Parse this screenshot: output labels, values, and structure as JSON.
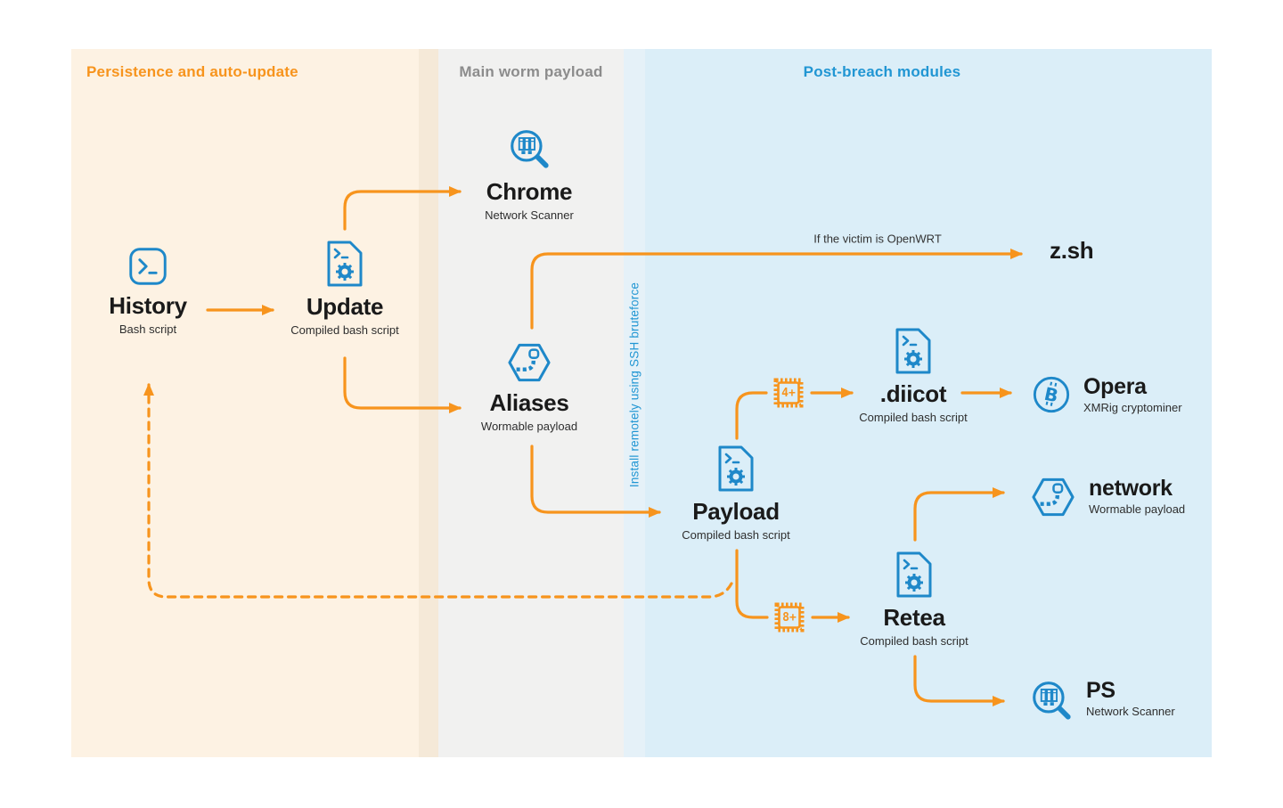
{
  "sections": {
    "persistence": {
      "title": "Persistence and auto-update",
      "color": "#F7941D"
    },
    "main_worm": {
      "title": "Main worm payload",
      "color": "#8C8C8C"
    },
    "post_breach": {
      "title": "Post-breach modules",
      "color": "#2196D3"
    }
  },
  "divider": {
    "label": "Install remotely using SSH bruteforce",
    "color": "#2196D3"
  },
  "edge_labels": {
    "openwrt": "If the victim is OpenWRT"
  },
  "nodes": {
    "history": {
      "label": "History",
      "sublabel": "Bash script",
      "icon": "terminal-icon"
    },
    "update": {
      "label": "Update",
      "sublabel": "Compiled bash script",
      "icon": "compiled-script-icon"
    },
    "chrome": {
      "label": "Chrome",
      "sublabel": "Network Scanner",
      "icon": "network-scanner-icon"
    },
    "aliases": {
      "label": "Aliases",
      "sublabel": "Wormable payload",
      "icon": "worm-icon"
    },
    "zsh": {
      "label": "z.sh"
    },
    "payload": {
      "label": "Payload",
      "sublabel": "Compiled bash script",
      "icon": "compiled-script-icon"
    },
    "diicot": {
      "label": ".diicot",
      "sublabel": "Compiled bash script",
      "icon": "compiled-script-icon"
    },
    "opera": {
      "label": "Opera",
      "sublabel": "XMRig cryptominer",
      "icon": "bitcoin-icon"
    },
    "network": {
      "label": "network",
      "sublabel": "Wormable payload",
      "icon": "worm-icon"
    },
    "retea": {
      "label": "Retea",
      "sublabel": "Compiled bash script",
      "icon": "compiled-script-icon"
    },
    "ps": {
      "label": "PS",
      "sublabel": "Network Scanner",
      "icon": "network-scanner-icon"
    }
  },
  "chips": {
    "cpu4": {
      "label": "4+"
    },
    "cpu8": {
      "label": "8+"
    }
  },
  "colors": {
    "arrow": "#F7941D",
    "icon_blue": "#1E88C9",
    "panel_peach": "#FDF2E3",
    "panel_gray": "#F1F1F0",
    "panel_blue": "#DBEEF8",
    "label_text": "#1A1A1A"
  }
}
